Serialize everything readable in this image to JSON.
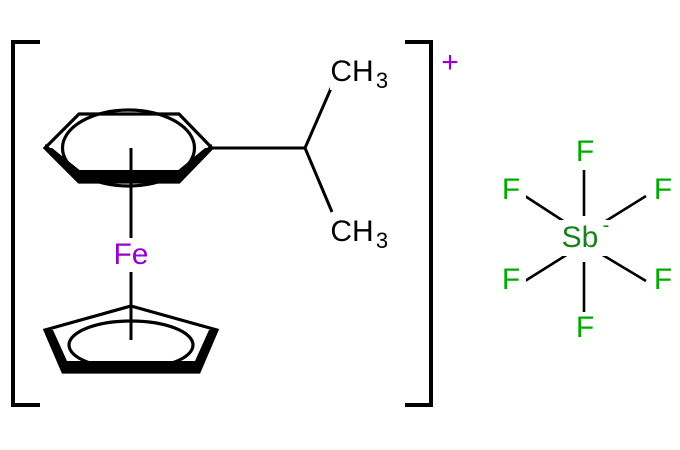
{
  "diagram": {
    "title": "Chemical structure diagram",
    "background_color": "#ffffff",
    "bond_color": "#000000"
  },
  "colors": {
    "iron": "#9900cc",
    "charge_plus": "#9900cc",
    "antimony": "#17821d",
    "fluorine": "#00aa00",
    "carbon_black": "#000000"
  },
  "cation": {
    "bracket_charge": "+",
    "metal": {
      "symbol": "Fe",
      "name": "iron-center"
    },
    "arene_ring": {
      "name": "benzene-ring",
      "type": "six-membered-aromatic"
    },
    "cyclopentadienyl_ring": {
      "name": "cyclopentadienyl-ring",
      "type": "five-membered-aromatic"
    },
    "substituent": {
      "name": "isopropyl-group",
      "methyl_top": "CH",
      "methyl_top_sub": "3",
      "methyl_bottom": "CH",
      "methyl_bottom_sub": "3"
    }
  },
  "anion": {
    "name": "hexafluoroantimonate",
    "center": {
      "symbol": "Sb",
      "charge": "-"
    },
    "ligands": [
      {
        "symbol": "F",
        "position": "top"
      },
      {
        "symbol": "F",
        "position": "upper-left"
      },
      {
        "symbol": "F",
        "position": "upper-right"
      },
      {
        "symbol": "F",
        "position": "lower-left"
      },
      {
        "symbol": "F",
        "position": "lower-right"
      },
      {
        "symbol": "F",
        "position": "bottom"
      }
    ]
  }
}
